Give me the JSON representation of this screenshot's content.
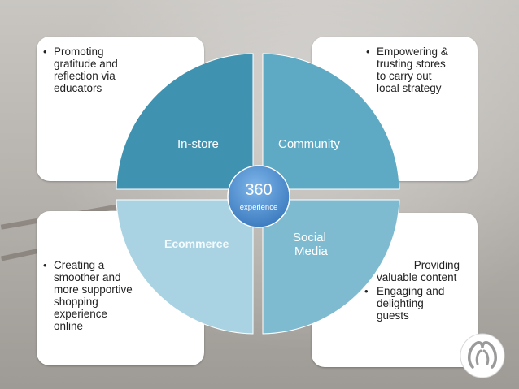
{
  "diagram": {
    "center": {
      "number": "360",
      "subtitle": "experience"
    },
    "segments": {
      "in_store": "In-store",
      "community": "Community",
      "ecommerce": "Ecommerce",
      "social_line1": "Social",
      "social_line2": "Media"
    },
    "cards": {
      "top_left": {
        "lines": [
          "Promoting",
          "gratitude and",
          "reflection via",
          "educators"
        ]
      },
      "top_right": {
        "lines": [
          "Empowering &",
          "trusting stores",
          "to carry out",
          "local strategy"
        ]
      },
      "bottom_left": {
        "lines": [
          "Creating a",
          "smoother and",
          "more supportive",
          "shopping",
          "experience",
          "online"
        ]
      },
      "bottom_right": {
        "line_a1": "Providing",
        "line_a2": "valuable content",
        "lines_b": [
          "Engaging and",
          "delighting",
          "guests"
        ]
      }
    }
  },
  "colors": {
    "in_store": "#3f93b1",
    "community": "#5ea9c3",
    "ecommerce": "#a9d3e2",
    "social_media": "#7fbbd0",
    "center": "#4f8fcf"
  },
  "logo": {
    "icon": "lululemon-logo-icon"
  }
}
